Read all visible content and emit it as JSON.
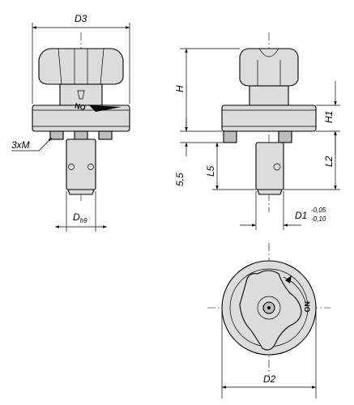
{
  "labels": {
    "d3": "D3",
    "h": "H",
    "h1": "H1",
    "l2": "L2",
    "l5": "L5",
    "gap": "5,5",
    "thread": "3xM",
    "dh9_main": "D",
    "dh9_sub": "h9",
    "d1_main": "D1",
    "d1_tol_upper": "-0,05",
    "d1_tol_lower": "-0,10",
    "d2": "D2",
    "on_mark": "NO"
  }
}
